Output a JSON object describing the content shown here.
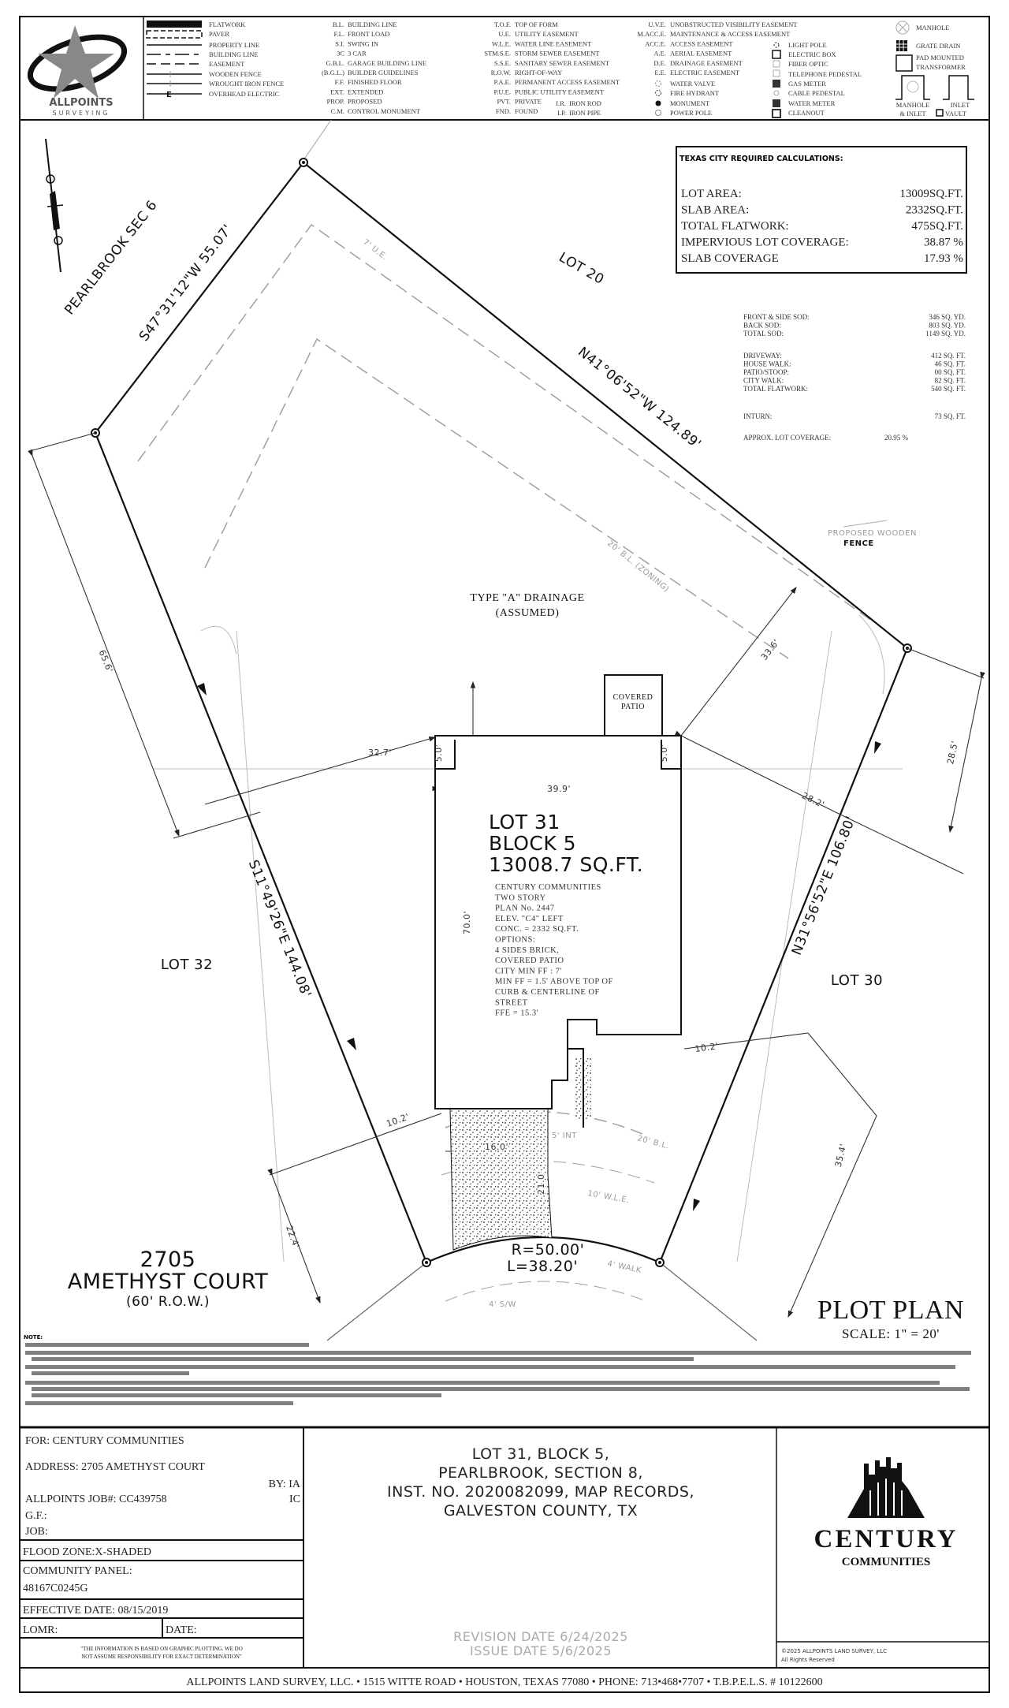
{
  "logo": {
    "name": "ALLPOINTS",
    "sub": "SURVEYING"
  },
  "legend": {
    "line_types": [
      "FLATWORK",
      "PAVER",
      "PROPERTY LINE",
      "BUILDING LINE",
      "EASEMENT",
      "WOODEN FENCE",
      "WROUGHT IRON FENCE",
      "OVERHEAD ELECTRIC"
    ],
    "abbrev_a": [
      {
        "abbr": "B.L.",
        "text": "BUILDING LINE"
      },
      {
        "abbr": "F.L.",
        "text": "FRONT LOAD"
      },
      {
        "abbr": "S.I.",
        "text": "SWING IN"
      },
      {
        "abbr": "3C",
        "text": "3 CAR"
      },
      {
        "abbr": "G.B.L.",
        "text": "GARAGE BUILDING LINE"
      },
      {
        "abbr": "(B.G.L.)",
        "text": "BUILDER GUIDELINES"
      },
      {
        "abbr": "F.F.",
        "text": "FINISHED FLOOR"
      },
      {
        "abbr": "EXT.",
        "text": "EXTENDED"
      },
      {
        "abbr": "PROP.",
        "text": "PROPOSED"
      },
      {
        "abbr": "C.M.",
        "text": "CONTROL MONUMENT"
      }
    ],
    "abbrev_b": [
      {
        "abbr": "T.O.F.",
        "text": "TOP OF FORM"
      },
      {
        "abbr": "U.E.",
        "text": "UTILITY EASEMENT"
      },
      {
        "abbr": "W.L.E.",
        "text": "WATER LINE EASEMENT"
      },
      {
        "abbr": "STM.S.E.",
        "text": "STORM SEWER EASEMENT"
      },
      {
        "abbr": "S.S.E.",
        "text": "SANITARY SEWER EASEMENT"
      },
      {
        "abbr": "R.O.W.",
        "text": "RIGHT-OF-WAY"
      },
      {
        "abbr": "P.A.E.",
        "text": "PERMANENT ACCESS EASEMENT"
      },
      {
        "abbr": "P.U.E.",
        "text": "PUBLIC UTILITY EASEMENT"
      },
      {
        "abbr": "PVT.",
        "text": "PRIVATE"
      },
      {
        "abbr": "FND.",
        "text": "FOUND"
      }
    ],
    "iron": [
      {
        "abbr": "I.R.",
        "text": "IRON ROD"
      },
      {
        "abbr": "I.P.",
        "text": "IRON PIPE"
      }
    ],
    "abbrev_c": [
      {
        "abbr": "U.V.E.",
        "text": "UNOBSTRUCTED VISIBILITY EASEMENT"
      },
      {
        "abbr": "M.ACC.E.",
        "text": "MAINTENANCE & ACCESS EASEMENT"
      },
      {
        "abbr": "ACC.E.",
        "text": "ACCESS EASEMENT"
      },
      {
        "abbr": "A.E.",
        "text": "AERIAL EASEMENT"
      },
      {
        "abbr": "D.E.",
        "text": "DRAINAGE EASEMENT"
      },
      {
        "abbr": "E.E.",
        "text": "ELECTRIC EASEMENT"
      }
    ],
    "symbols_a": [
      "WATER VALVE",
      "FIRE HYDRANT",
      "MONUMENT",
      "POWER POLE"
    ],
    "symbols_b": [
      "LIGHT POLE",
      "ELECTRIC BOX",
      "FIBER OPTIC",
      "TELEPHONE PEDESTAL",
      "GAS METER",
      "CABLE PEDESTAL",
      "WATER METER",
      "CLEANOUT"
    ],
    "symbols_c": {
      "manhole": "MANHOLE",
      "grate": "GRATE DRAIN",
      "transformer_1": "PAD MOUNTED",
      "transformer_2": "TRANSFORMER",
      "mh_inlet_1": "MANHOLE",
      "mh_inlet_2": "& INLET",
      "inlet": "INLET",
      "vault": "VAULT"
    }
  },
  "calculations": {
    "title": "TEXAS CITY REQUIRED CALCULATIONS:",
    "rows": [
      {
        "label": "LOT AREA:",
        "value": "13009SQ.FT."
      },
      {
        "label": "SLAB AREA:",
        "value": "2332SQ.FT."
      },
      {
        "label": "TOTAL FLATWORK:",
        "value": "475SQ.FT."
      },
      {
        "label": "IMPERVIOUS LOT COVERAGE:",
        "value": "38.87 %"
      },
      {
        "label": "SLAB COVERAGE",
        "value": "17.93 %"
      }
    ]
  },
  "quantities": {
    "sod": [
      {
        "label": "FRONT & SIDE SOD:",
        "value": "346 SQ. YD."
      },
      {
        "label": "BACK SOD:",
        "value": "803 SQ. YD."
      },
      {
        "label": "TOTAL SOD:",
        "value": "1149 SQ. YD."
      }
    ],
    "flatwork": [
      {
        "label": "DRIVEWAY:",
        "value": "412 SQ. FT."
      },
      {
        "label": "HOUSE WALK:",
        "value": "46 SQ. FT."
      },
      {
        "label": "PATIO/STOOP:",
        "value": "00 SQ. FT."
      },
      {
        "label": "CITY WALK:",
        "value": "82 SQ. FT."
      },
      {
        "label": "TOTAL FLATWORK:",
        "value": "540 SQ. FT."
      }
    ],
    "inturn": {
      "label": "INTURN:",
      "value": "73 SQ. FT."
    },
    "coverage": {
      "label": "APPROX. LOT COVERAGE:",
      "value": "20.95 %"
    }
  },
  "plan": {
    "adjacent": {
      "north": "PEARLBROOK SEC 6",
      "lot20": "LOT 20",
      "lot32": "LOT 32",
      "lot30": "LOT 30"
    },
    "bearings": {
      "nw": "S47°31'12\"W   55.07'",
      "ne": "N41°06'52\"W   124.89'",
      "west": "S11°49'26\"E   144.08'",
      "east": "N31°56'52\"E   106.80'"
    },
    "easements": {
      "ue": "7' U.E.",
      "bl": "20' B.L. (ZONING)",
      "bl_front": "20' B.L.",
      "wle": "10' W.L.E.",
      "int": "5' INT",
      "walk": "4' WALK",
      "sw": "4' S/W"
    },
    "drainage": [
      "TYPE \"A\" DRAINAGE",
      "(ASSUMED)"
    ],
    "fence": [
      "PROPOSED WOODEN",
      "FENCE"
    ],
    "patio": [
      "COVERED",
      "PATIO"
    ],
    "lot_label": [
      "LOT  31",
      "BLOCK  5",
      "13008.7  SQ.FT."
    ],
    "house_notes": [
      "CENTURY COMMUNITIES",
      "TWO STORY",
      "PLAN No. 2447",
      "ELEV. \"C4\" LEFT",
      "CONC. = 2332 SQ.FT.",
      "OPTIONS:",
      "4 SIDES BRICK,",
      "COVERED PATIO",
      "CITY MIN FF : 7'",
      "MIN FF = 1.5' ABOVE TOP OF",
      "CURB & CENTERLINE OF",
      "STREET",
      "FFE = 15.3'"
    ],
    "dims": {
      "d65": "65.6'",
      "d327": "32.7'",
      "d399": "39.9'",
      "d700": "70.0'",
      "d5a": "5.0'",
      "d5b": "5.0'",
      "d336": "33.6'",
      "d282": "28.2'",
      "d285": "28.5'",
      "d102a": "10.2'",
      "d102b": "10.2'",
      "d224": "22.4'",
      "d354": "35.4'",
      "d160": "16.0'",
      "d210": "21.0'"
    },
    "curve": [
      "R=50.00'",
      "L=38.20'"
    ],
    "street": [
      "2705",
      "AMETHYST  COURT",
      "(60' R.O.W.)"
    ],
    "title": "PLOT PLAN",
    "scale": "SCALE: 1\" = 20'"
  },
  "notes": {
    "heading": "NOTE:"
  },
  "title_block": {
    "for": "FOR:  CENTURY COMMUNITIES",
    "address": "ADDRESS: 2705 AMETHYST COURT",
    "by": "BY: IA",
    "by2": "IC",
    "job_no": "ALLPOINTS JOB#: CC439758",
    "gf": "G.F.:",
    "job": "JOB:",
    "flood_zone": "FLOOD ZONE:X-SHADED",
    "community_panel_label": "COMMUNITY PANEL:",
    "community_panel": "48167C0245G",
    "effective_date": "EFFECTIVE DATE: 08/15/2019",
    "lomr": "LOMR:",
    "date": "DATE:",
    "disclaimer": [
      "\"THE INFORMATION IS BASED ON GRAPHIC PLOTTING.  WE DO",
      "NOT ASSUME RESPONSIBILITY FOR EXACT DETERMINATION\""
    ],
    "legal": [
      "LOT  31,  BLOCK  5,",
      "PEARLBROOK,  SECTION  8,",
      "INST.  NO.  2020082099,  MAP  RECORDS,",
      "GALVESTON  COUNTY,  TX"
    ],
    "revision_date": "REVISION  DATE  6/24/2025",
    "issue_date": "ISSUE  DATE  5/6/2025",
    "client_logo": {
      "name": "CENTURY",
      "sub": "COMMUNITIES"
    },
    "copyright": [
      "©2025  ALLPOINTS  LAND  SURVEY, LLC",
      "All Rights Reserved"
    ],
    "footer": "ALLPOINTS LAND SURVEY, LLC. • 1515 WITTE ROAD • HOUSTON, TEXAS 77080 • PHONE: 713•468•7707 • T.B.P.E.L.S. # 10122600"
  },
  "colors": {
    "ink": "#111111",
    "easement_gray": "#9a9a9a",
    "stipple": "#222222"
  }
}
